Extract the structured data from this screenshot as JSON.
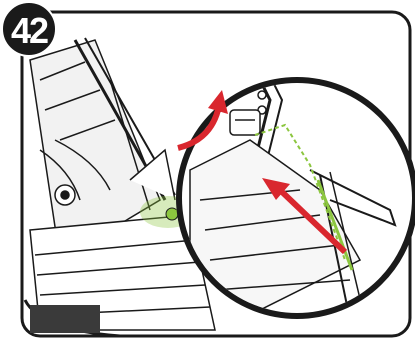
{
  "step": {
    "number": "42"
  },
  "colors": {
    "outline": "#1a1a1a",
    "highlight_green": "#8cc63f",
    "arrow_red": "#d9272e",
    "panel_bg": "#ffffff",
    "shade": "#dcdcdc"
  },
  "icons": {
    "callout_arrow": "green-line-connector",
    "action_arrow_1": "red-curved-arrow",
    "action_arrow_2": "red-straight-arrow"
  }
}
